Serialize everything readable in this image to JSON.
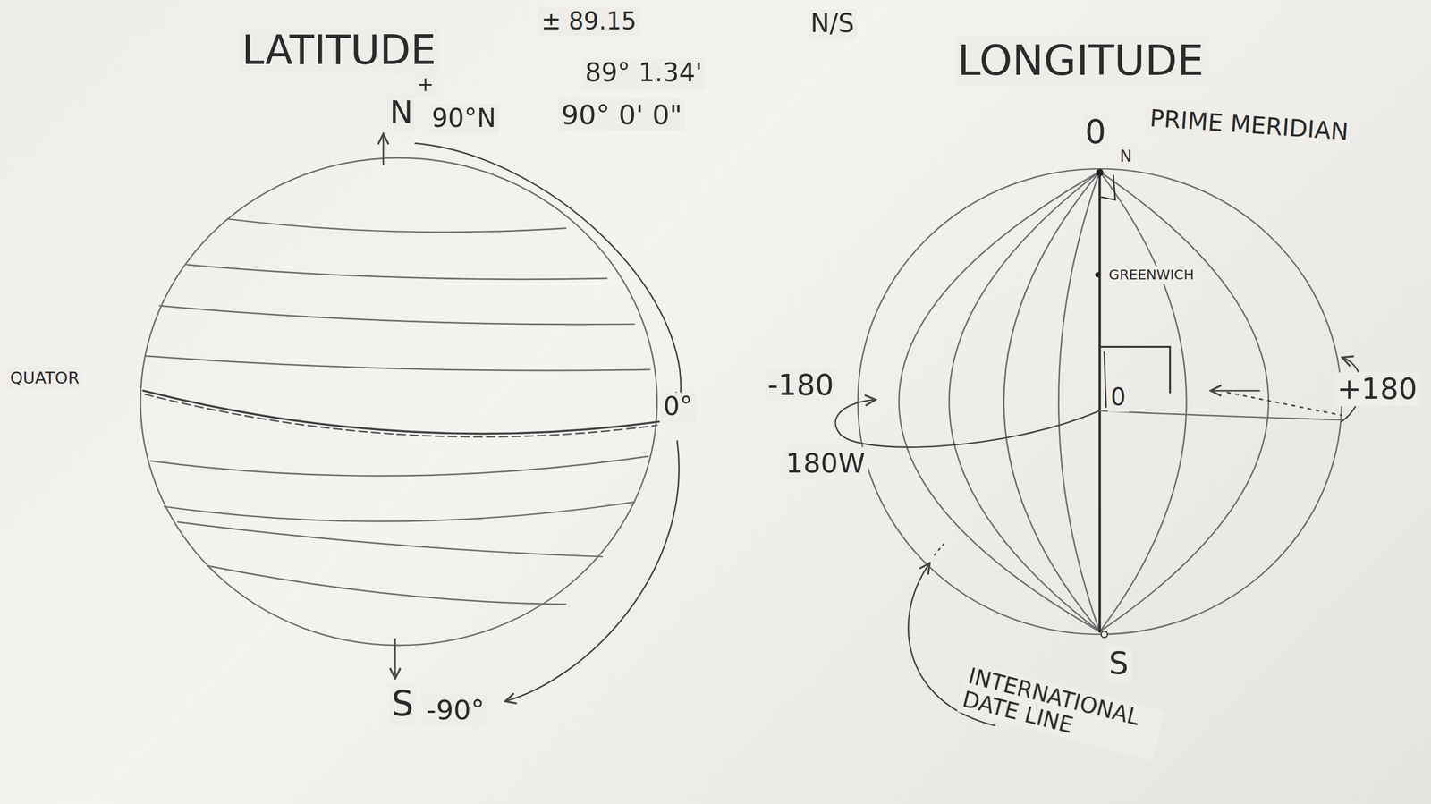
{
  "diagram": {
    "labels": [
      "LATITUDE",
      "± 89.15",
      "N/S",
      "89° 1.34'",
      "90° 0' 0\"",
      "N",
      "+",
      "90°N",
      "QUATOR",
      "0°",
      "S",
      "-90°",
      "LONGITUDE",
      "0",
      "N",
      "PRIME MERIDIAN",
      "GREENWICH",
      "0",
      "-180",
      "180W",
      "+180",
      "S",
      "INTERNATIONAL DATE LINE"
    ]
  }
}
